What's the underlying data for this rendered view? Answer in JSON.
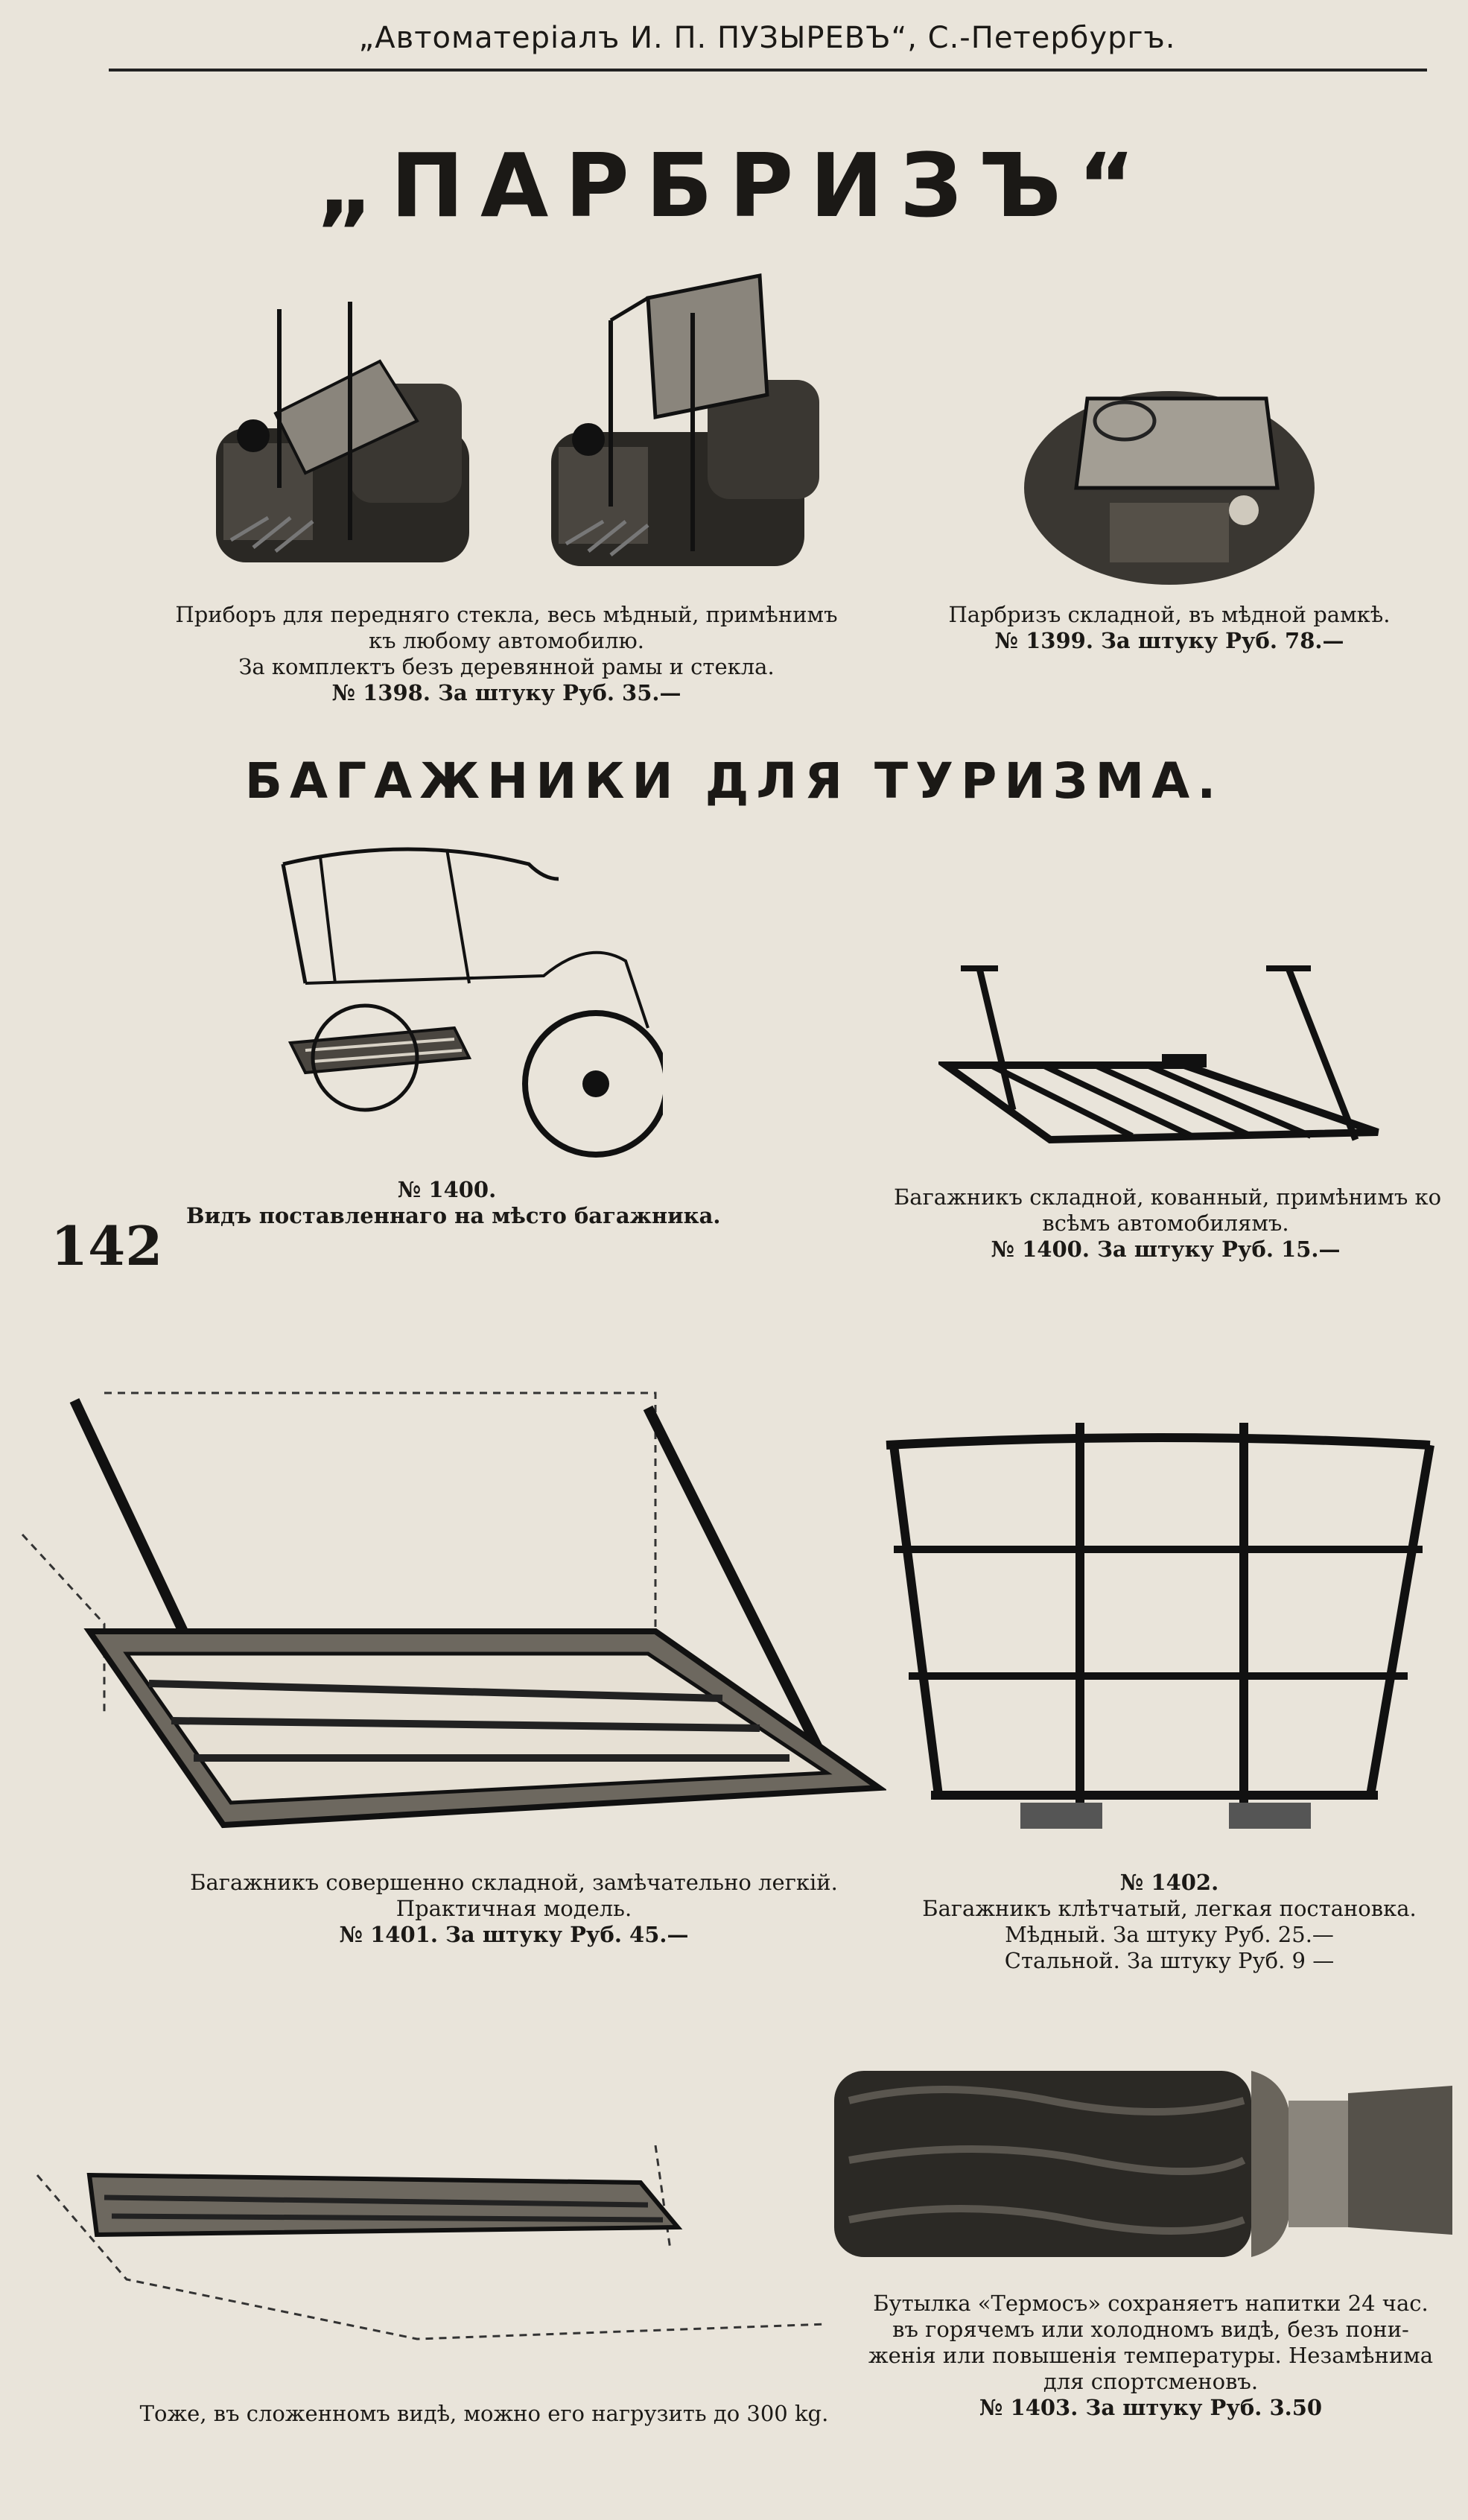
{
  "header": {
    "text": "„Автоматеріалъ И. П. ПУЗЫРЕВЪ“, С.-Петербургъ."
  },
  "sections": {
    "windshield_title": "„ПАРБРИЗЪ“",
    "luggage_title": "БАГАЖНИКИ ДЛЯ ТУРИЗМА."
  },
  "page_number": "142",
  "items": {
    "item_1398": {
      "line1": "Приборъ для передняго стекла, весь мѣдный, примѣнимъ",
      "line2": "къ любому автомобилю.",
      "line3": "За комплектъ безъ деревянной рамы и стекла.",
      "price_line": "№ 1398. За штуку Руб. 35.—"
    },
    "item_1399": {
      "line1": "Парбризъ складной, въ мѣдной рамкѣ.",
      "price_line": "№ 1399. За штуку Руб. 78.—"
    },
    "item_1400_view": {
      "number": "№ 1400.",
      "line1": "Видъ поставленнаго на мѣсто багажника."
    },
    "item_1400": {
      "line1": "Багажникъ складной, кованный, примѣнимъ ко",
      "line2": "всѣмъ автомобилямъ.",
      "price_line": "№ 1400. За штуку Руб. 15.—"
    },
    "item_1401": {
      "line1": "Багажникъ совершенно складной, замѣчательно легкій.",
      "line2": "Практичная модель.",
      "price_line": "№ 1401. За штуку Руб. 45.—"
    },
    "item_1402": {
      "number": "№ 1402.",
      "line1": "Багажникъ клѣтчатый, легкая постановка.",
      "line2": "Мѣдный. За штуку Руб. 25.—",
      "line3": "Стальной. За штуку Руб. 9 —"
    },
    "item_folded": {
      "line1": "Тоже, въ сложенномъ видѣ, можно его нагрузить до 300 kg."
    },
    "item_1403": {
      "line1": "Бутылка «Термосъ» сохраняетъ напитки 24 час.",
      "line2": "въ горячемъ или холодномъ видѣ, безъ пони-",
      "line3": "женія или повышенія температуры. Незамѣнима",
      "line4": "для спортсменовъ.",
      "price_line": "№ 1403. За штуку Руб. 3.50"
    }
  },
  "colors": {
    "paper": "#e9e4da",
    "ink": "#1b1916"
  }
}
